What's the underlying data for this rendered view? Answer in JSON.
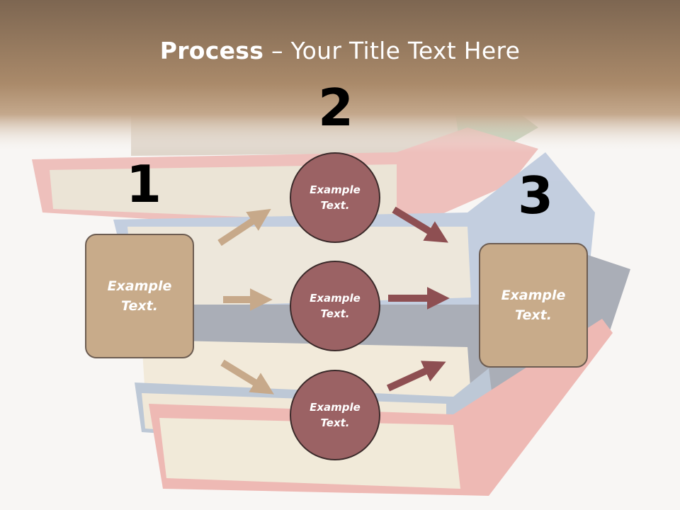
{
  "title": {
    "bold": "Process",
    "separator": " – ",
    "rest": "Your Title Text Here"
  },
  "steps": {
    "one": "1",
    "two": "2",
    "three": "3"
  },
  "left_box": {
    "line1": "Example",
    "line2": "Text."
  },
  "right_box": {
    "line1": "Example",
    "line2": "Text."
  },
  "circles": [
    {
      "line1": "Example",
      "line2": "Text."
    },
    {
      "line1": "Example",
      "line2": "Text."
    },
    {
      "line1": "Example",
      "line2": "Text."
    }
  ],
  "colors": {
    "header_band": "#a98767",
    "box_fill": "#c8ab8a",
    "circle_fill": "#9b6264",
    "arrow_tan": "#c7a98a",
    "arrow_maroon": "#8e4f52"
  },
  "background_image": "stack-of-books"
}
